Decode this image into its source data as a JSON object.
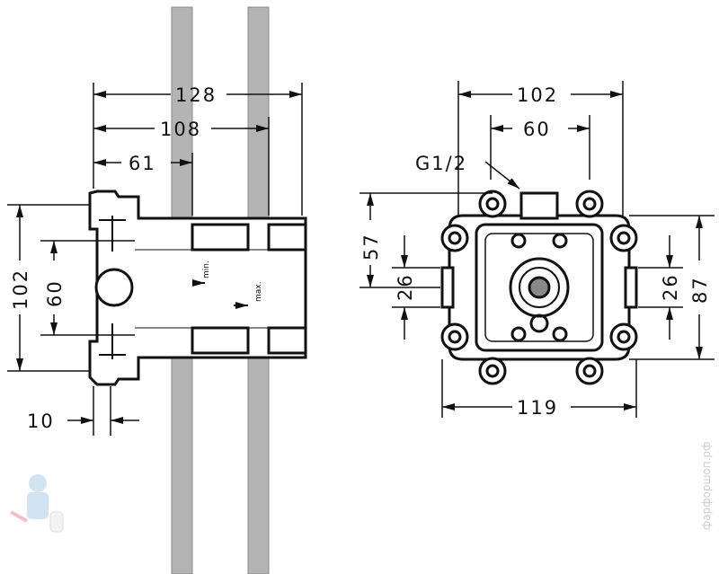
{
  "side_view": {
    "dims": {
      "overall_depth": "128",
      "mid_depth": "108",
      "flange_depth": "61",
      "height": "102",
      "inner_height": "60",
      "flange_thickness": "10"
    },
    "labels": {
      "min": "min.",
      "max": "max."
    }
  },
  "front_view": {
    "dims": {
      "top_width": "102",
      "inner_width": "60",
      "connection": "G1/2",
      "upper_height": "57",
      "left_port": "26",
      "right_port": "26",
      "height": "87",
      "bottom_width": "119"
    }
  },
  "watermark": "фарфоршоп.рф",
  "colors": {
    "line": "#111111",
    "wall": "#b0b0b0"
  }
}
